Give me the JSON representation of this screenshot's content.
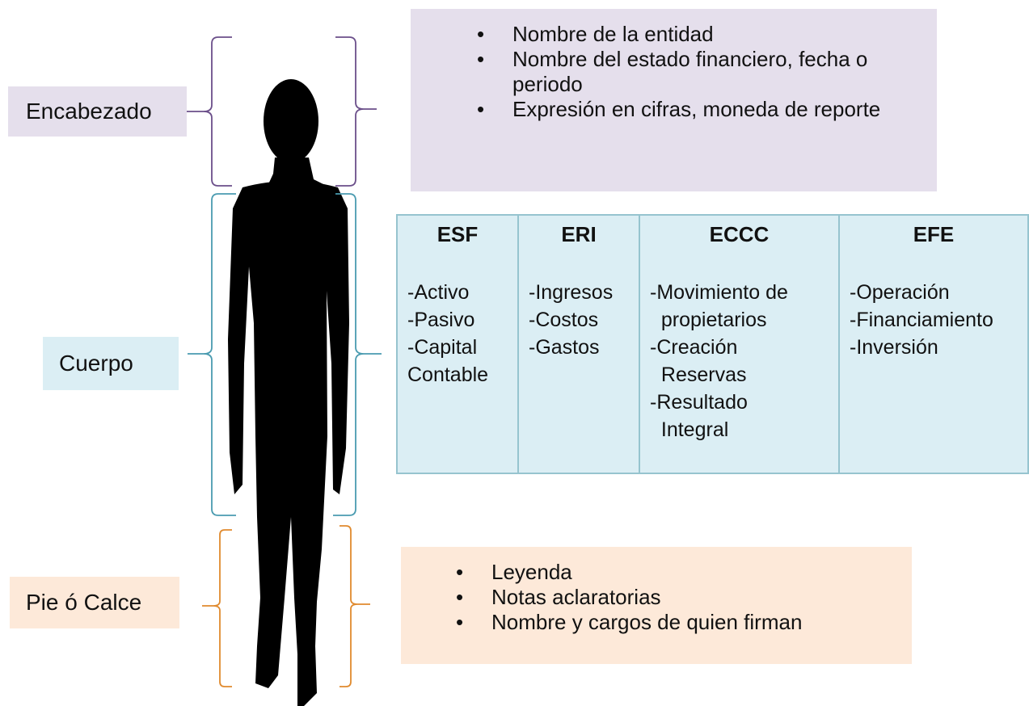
{
  "sections": {
    "header_label": "Encabezado",
    "body_label": "Cuerpo",
    "footer_label": "Pie ó Calce"
  },
  "header_items": [
    "Nombre de la entidad",
    "Nombre del estado financiero, fecha o periodo",
    "Expresión en cifras, moneda de reporte"
  ],
  "statements": [
    {
      "title": "ESF",
      "items": [
        "-Activo",
        "-Pasivo",
        "-Capital",
        "Contable"
      ]
    },
    {
      "title": "ERI",
      "items": [
        "-Ingresos",
        "-Costos",
        "-Gastos"
      ]
    },
    {
      "title": "ECCC",
      "items": [
        "-Movimiento de",
        "  propietarios",
        "-Creación",
        "  Reservas",
        "-Resultado",
        "  Integral"
      ]
    },
    {
      "title": "EFE",
      "items": [
        "-Operación",
        "-Financiamiento",
        "-Inversión"
      ]
    }
  ],
  "footer_items": [
    "Leyenda",
    "Notas aclaratorias",
    "Nombre y cargos de quien firman"
  ],
  "colors": {
    "header": "#e5dfec",
    "body": "#dbeef4",
    "footer": "#fde9d9",
    "header_brace": "#6b4f8a",
    "body_brace": "#4a9bb0",
    "footer_brace": "#e08a2e",
    "silhouette": "#000000"
  }
}
